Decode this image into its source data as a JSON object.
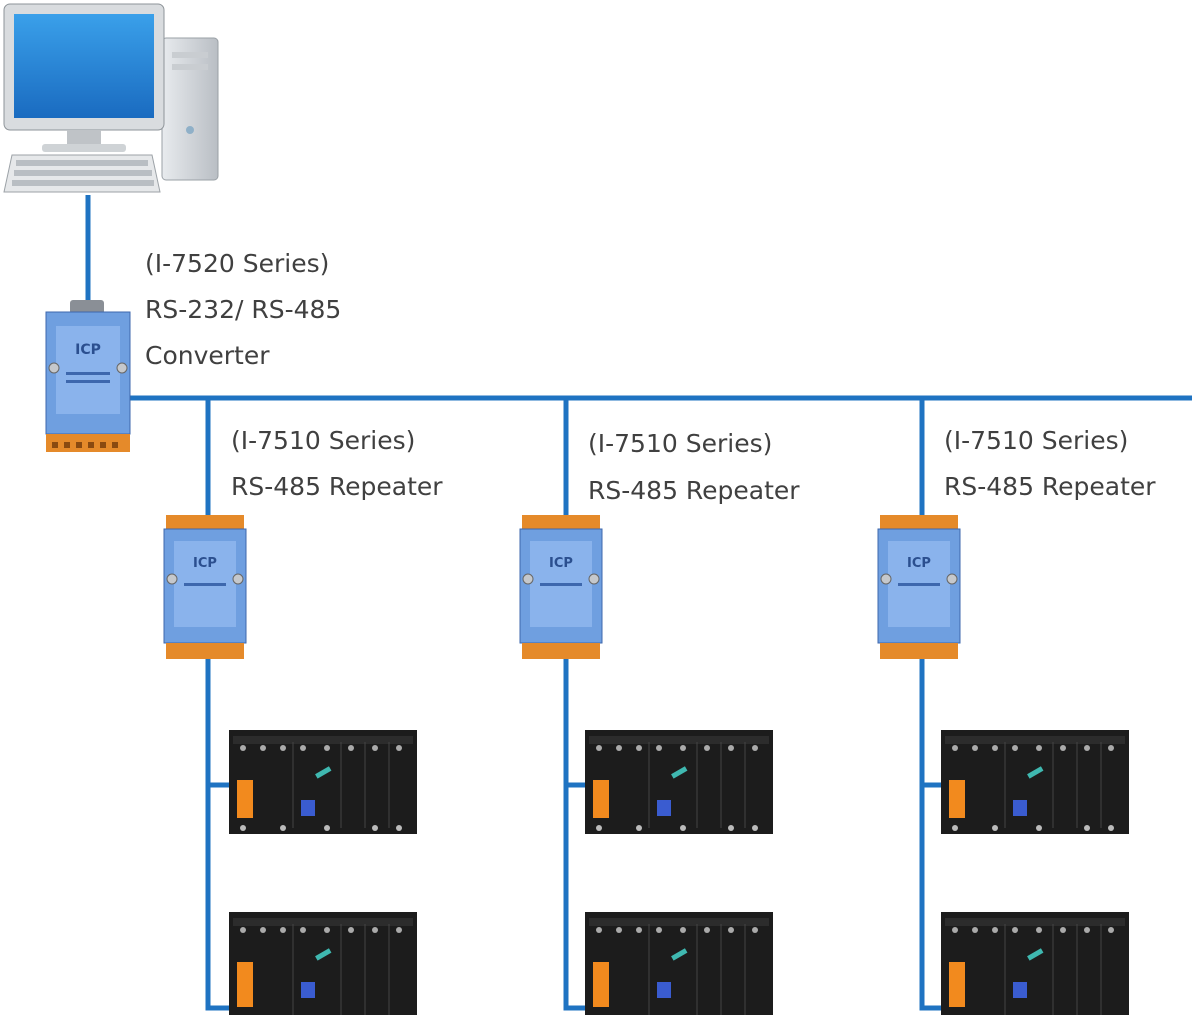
{
  "converter": {
    "series": "(I-7520 Series)",
    "line1": "RS-232/ RS-485",
    "line2": "Converter"
  },
  "repeaters": [
    {
      "series": "(I-7510 Series)",
      "name": "RS-485 Repeater"
    },
    {
      "series": "(I-7510 Series)",
      "name": "RS-485 Repeater"
    },
    {
      "series": "(I-7510 Series)",
      "name": "RS-485 Repeater"
    }
  ],
  "colors": {
    "bus": "#1f73c2",
    "module": "#6f9fe0",
    "terminal": "#e58a2a",
    "plc": "#1c1c1c"
  }
}
